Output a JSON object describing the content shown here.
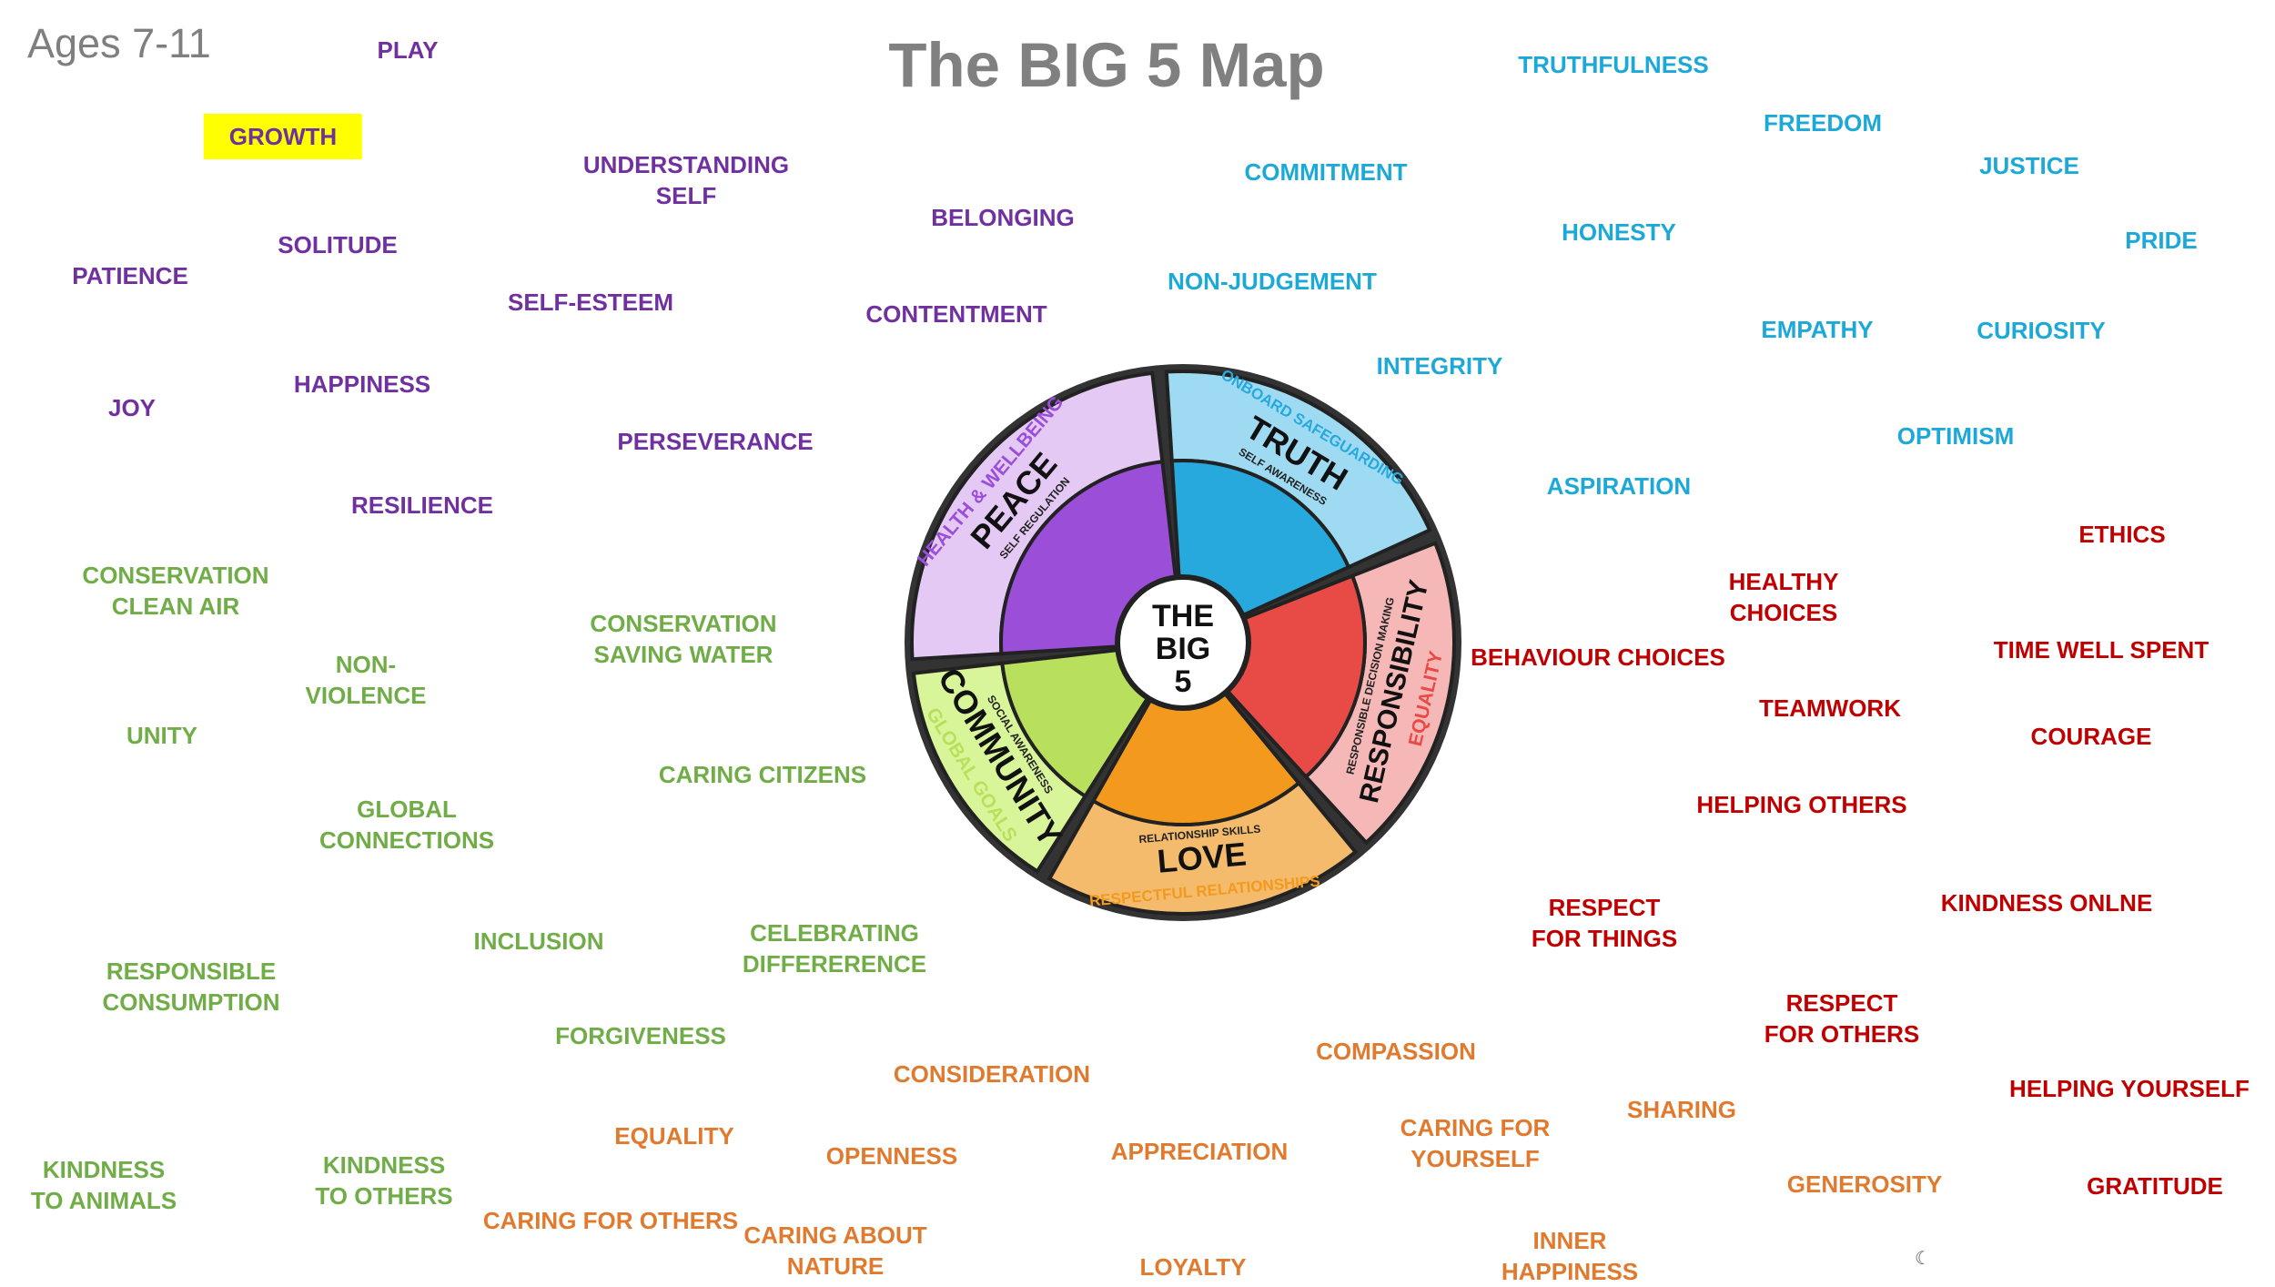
{
  "header": {
    "age": "Ages 7-11",
    "title": "The BIG 5 Map"
  },
  "wheel": {
    "center": [
      "THE",
      "BIG",
      "5"
    ],
    "segments": [
      {
        "name": "PEACE",
        "outer": "HEALTH & WELLBEING",
        "inner": "SELF REGULATION",
        "color": "#e3c9f3",
        "inner_color": "#9b4ed8"
      },
      {
        "name": "TRUTH",
        "outer": "ONBOARD SAFEGUARDING",
        "inner": "SELF AWARENESS",
        "color": "#9edbf2",
        "inner_color": "#27a9dd"
      },
      {
        "name": "RESPONSIBILITY",
        "outer": "EQUALITY",
        "inner": "RESPONSIBLE DECISION MAKING",
        "color": "#f6b7b7",
        "inner_color": "#e84b46"
      },
      {
        "name": "LOVE",
        "outer": "RESPECTFUL RELATIONSHIPS",
        "inner": "RELATIONSHIP SKILLS",
        "color": "#f3bb6b",
        "inner_color": "#f39a1e"
      },
      {
        "name": "COMMUNITY",
        "outer": "GLOBAL GOALS",
        "inner": "SOCIAL AWARENESS",
        "color": "#d9f59a",
        "inner_color": "#b8e05c"
      }
    ]
  },
  "colors": {
    "purple": "#7030a0",
    "blue": "#1da9d8",
    "red": "#c00000",
    "green": "#70ad47",
    "orange": "#e07a2e",
    "highlight": "#ffff00"
  },
  "values": {
    "purple": {
      "play": "PLAY",
      "growth": "GROWTH",
      "understanding_self": [
        "UNDERSTANDING",
        "SELF"
      ],
      "solitude": "SOLITUDE",
      "patience": "PATIENCE",
      "belonging": "BELONGING",
      "self_esteem": "SELF-ESTEEM",
      "contentment": "CONTENTMENT",
      "joy": "JOY",
      "happiness": "HAPPINESS",
      "perseverance": "PERSEVERANCE",
      "resilience": "RESILIENCE"
    },
    "blue": {
      "truthfulness": "TRUTHFULNESS",
      "freedom": "FREEDOM",
      "commitment": "COMMITMENT",
      "justice": "JUSTICE",
      "honesty": "HONESTY",
      "pride": "PRIDE",
      "non_judgement": "NON-JUDGEMENT",
      "empathy": "EMPATHY",
      "curiosity": "CURIOSITY",
      "integrity": "INTEGRITY",
      "optimism": "OPTIMISM",
      "aspiration": "ASPIRATION"
    },
    "red": {
      "ethics": "ETHICS",
      "healthy_choices": [
        "HEALTHY",
        "CHOICES"
      ],
      "time_well_spent": "TIME WELL SPENT",
      "behaviour_choices": "BEHAVIOUR CHOICES",
      "teamwork": "TEAMWORK",
      "courage": "COURAGE",
      "helping_others": "HELPING OTHERS",
      "respect_things": [
        "RESPECT",
        "FOR THINGS"
      ],
      "kindness_online": "KINDNESS ONLNE",
      "respect_others": [
        "RESPECT",
        "FOR OTHERS"
      ],
      "helping_yourself": "HELPING YOURSELF",
      "gratitude": "GRATITUDE"
    },
    "green": {
      "conservation_air": [
        "CONSERVATION",
        "CLEAN AIR"
      ],
      "conservation_water": [
        "CONSERVATION",
        "SAVING WATER"
      ],
      "non_violence": [
        "NON-",
        "VIOLENCE"
      ],
      "unity": "UNITY",
      "caring_citizens": "CARING CITIZENS",
      "global_connections": [
        "GLOBAL",
        "CONNECTIONS"
      ],
      "inclusion": "INCLUSION",
      "celebrating": [
        "CELEBRATING",
        "DIFFERERENCE"
      ],
      "responsible_consumption": [
        "RESPONSIBLE",
        "CONSUMPTION"
      ],
      "forgiveness": "FORGIVENESS",
      "kindness_animals": [
        "KINDNESS",
        "TO ANIMALS"
      ],
      "kindness_others": [
        "KINDNESS",
        "TO OTHERS"
      ]
    },
    "orange": {
      "consideration": "CONSIDERATION",
      "compassion": "COMPASSION",
      "equality": "EQUALITY",
      "openness": "OPENNESS",
      "appreciation": "APPRECIATION",
      "caring_yourself": [
        "CARING FOR",
        "YOURSELF"
      ],
      "sharing": "SHARING",
      "generosity": "GENEROSITY",
      "caring_others": "CARING FOR OTHERS",
      "caring_nature": [
        "CARING ABOUT",
        "NATURE"
      ],
      "loyalty": "LOYALTY",
      "inner_happiness": [
        "INNER",
        "HAPPINESS"
      ]
    }
  }
}
